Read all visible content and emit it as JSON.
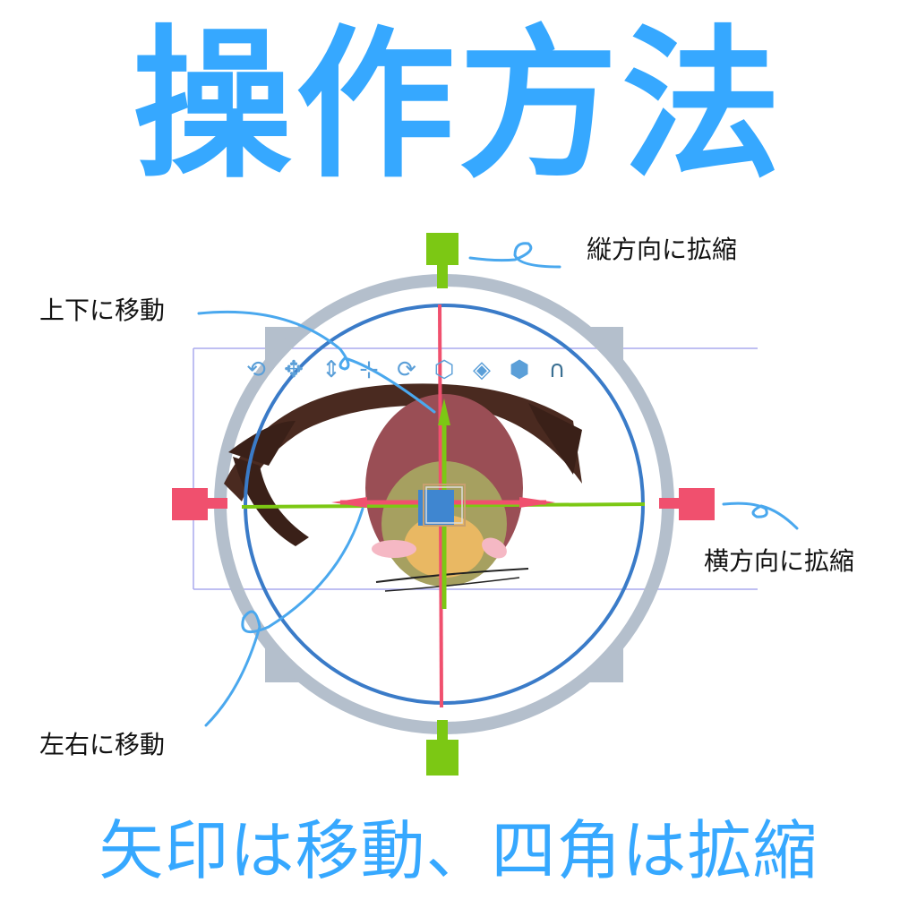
{
  "title": "操作方法",
  "subtitle": "矢印は移動、四角は拡縮",
  "annotations": {
    "vertical_scale": "縦方向に拡縮",
    "move_up_down": "上下に移動",
    "horizontal_scale": "横方向に拡縮",
    "move_left_right": "左右に移動"
  },
  "toolbar_icons": [
    {
      "name": "rotate-move-icon",
      "glyph": "⟲"
    },
    {
      "name": "move-all-directions-icon",
      "glyph": "✥"
    },
    {
      "name": "move-vertical-icon",
      "glyph": "⇕"
    },
    {
      "name": "move-3d-icon",
      "glyph": "⊹"
    },
    {
      "name": "rotate-cube-icon",
      "glyph": "⟳"
    },
    {
      "name": "rotate-cube-top-icon",
      "glyph": "⬡"
    },
    {
      "name": "rotate-plane-icon",
      "glyph": "◈"
    },
    {
      "name": "scale-cube-icon",
      "glyph": "⬢"
    },
    {
      "name": "magnet-snap-icon",
      "glyph": "∩"
    }
  ],
  "colors": {
    "accent_blue": "#36a8ff",
    "gauge_gray": "#b4bfcc",
    "ring_blue": "#3a7bc8",
    "handle_green": "#7cc814",
    "handle_red": "#f0506e",
    "center_square": "#3f86d0"
  }
}
